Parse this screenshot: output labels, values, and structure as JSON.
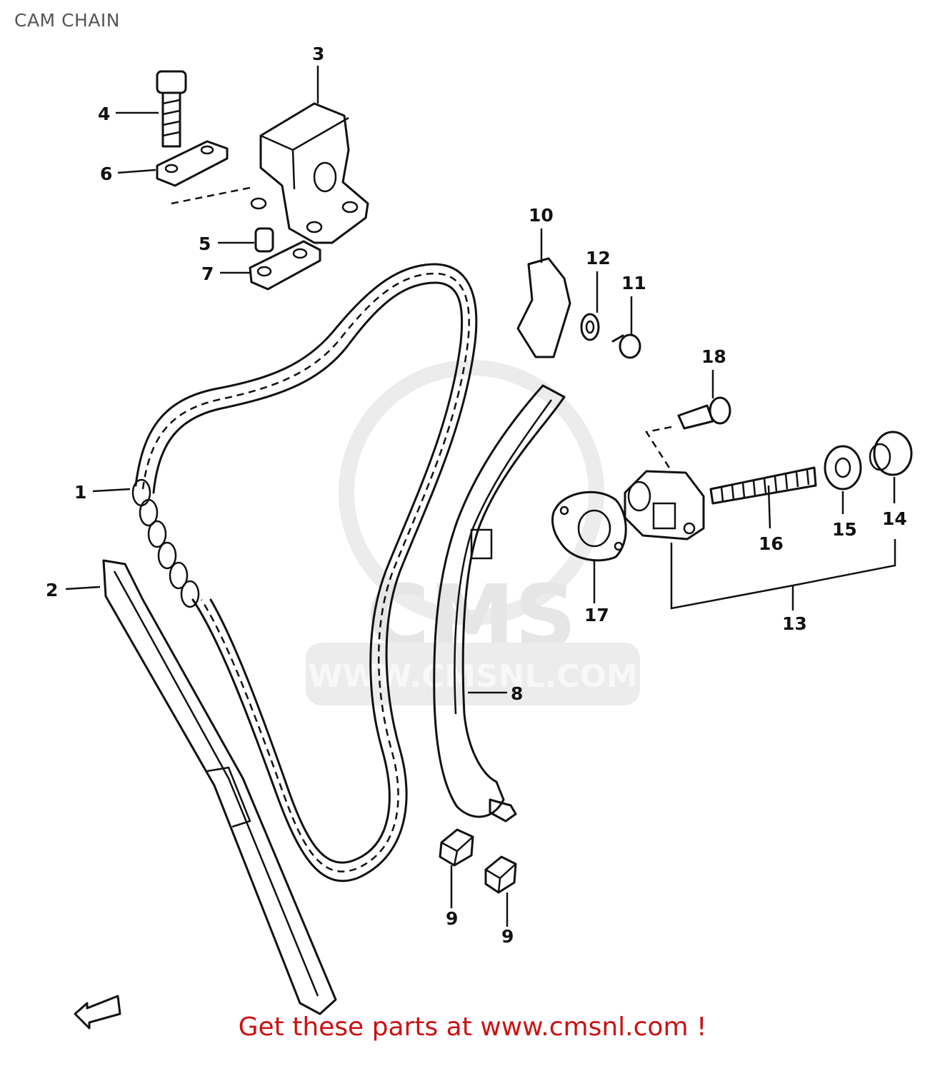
{
  "header": {
    "title": "CAM CHAIN"
  },
  "watermark": {
    "line1": "CMS",
    "line2": "WWW.CMSNL.COM"
  },
  "footer": {
    "link_text": "Get these parts at www.cmsnl.com !"
  },
  "corner_mark": {
    "text": "FWD"
  },
  "callouts": [
    {
      "id": "1",
      "text": "1"
    },
    {
      "id": "2",
      "text": "2"
    },
    {
      "id": "3",
      "text": "3"
    },
    {
      "id": "4",
      "text": "4"
    },
    {
      "id": "5",
      "text": "5"
    },
    {
      "id": "6",
      "text": "6"
    },
    {
      "id": "7",
      "text": "7"
    },
    {
      "id": "8",
      "text": "8"
    },
    {
      "id": "9a",
      "text": "9"
    },
    {
      "id": "9b",
      "text": "9"
    },
    {
      "id": "10",
      "text": "10"
    },
    {
      "id": "11",
      "text": "11"
    },
    {
      "id": "12",
      "text": "12"
    },
    {
      "id": "13",
      "text": "13"
    },
    {
      "id": "14",
      "text": "14"
    },
    {
      "id": "15",
      "text": "15"
    },
    {
      "id": "16",
      "text": "16"
    },
    {
      "id": "17",
      "text": "17"
    },
    {
      "id": "18",
      "text": "18"
    }
  ],
  "colors": {
    "ink": "#111111",
    "footer": "#cc1111",
    "title": "#555555",
    "watermark": "#e6e6e6"
  }
}
